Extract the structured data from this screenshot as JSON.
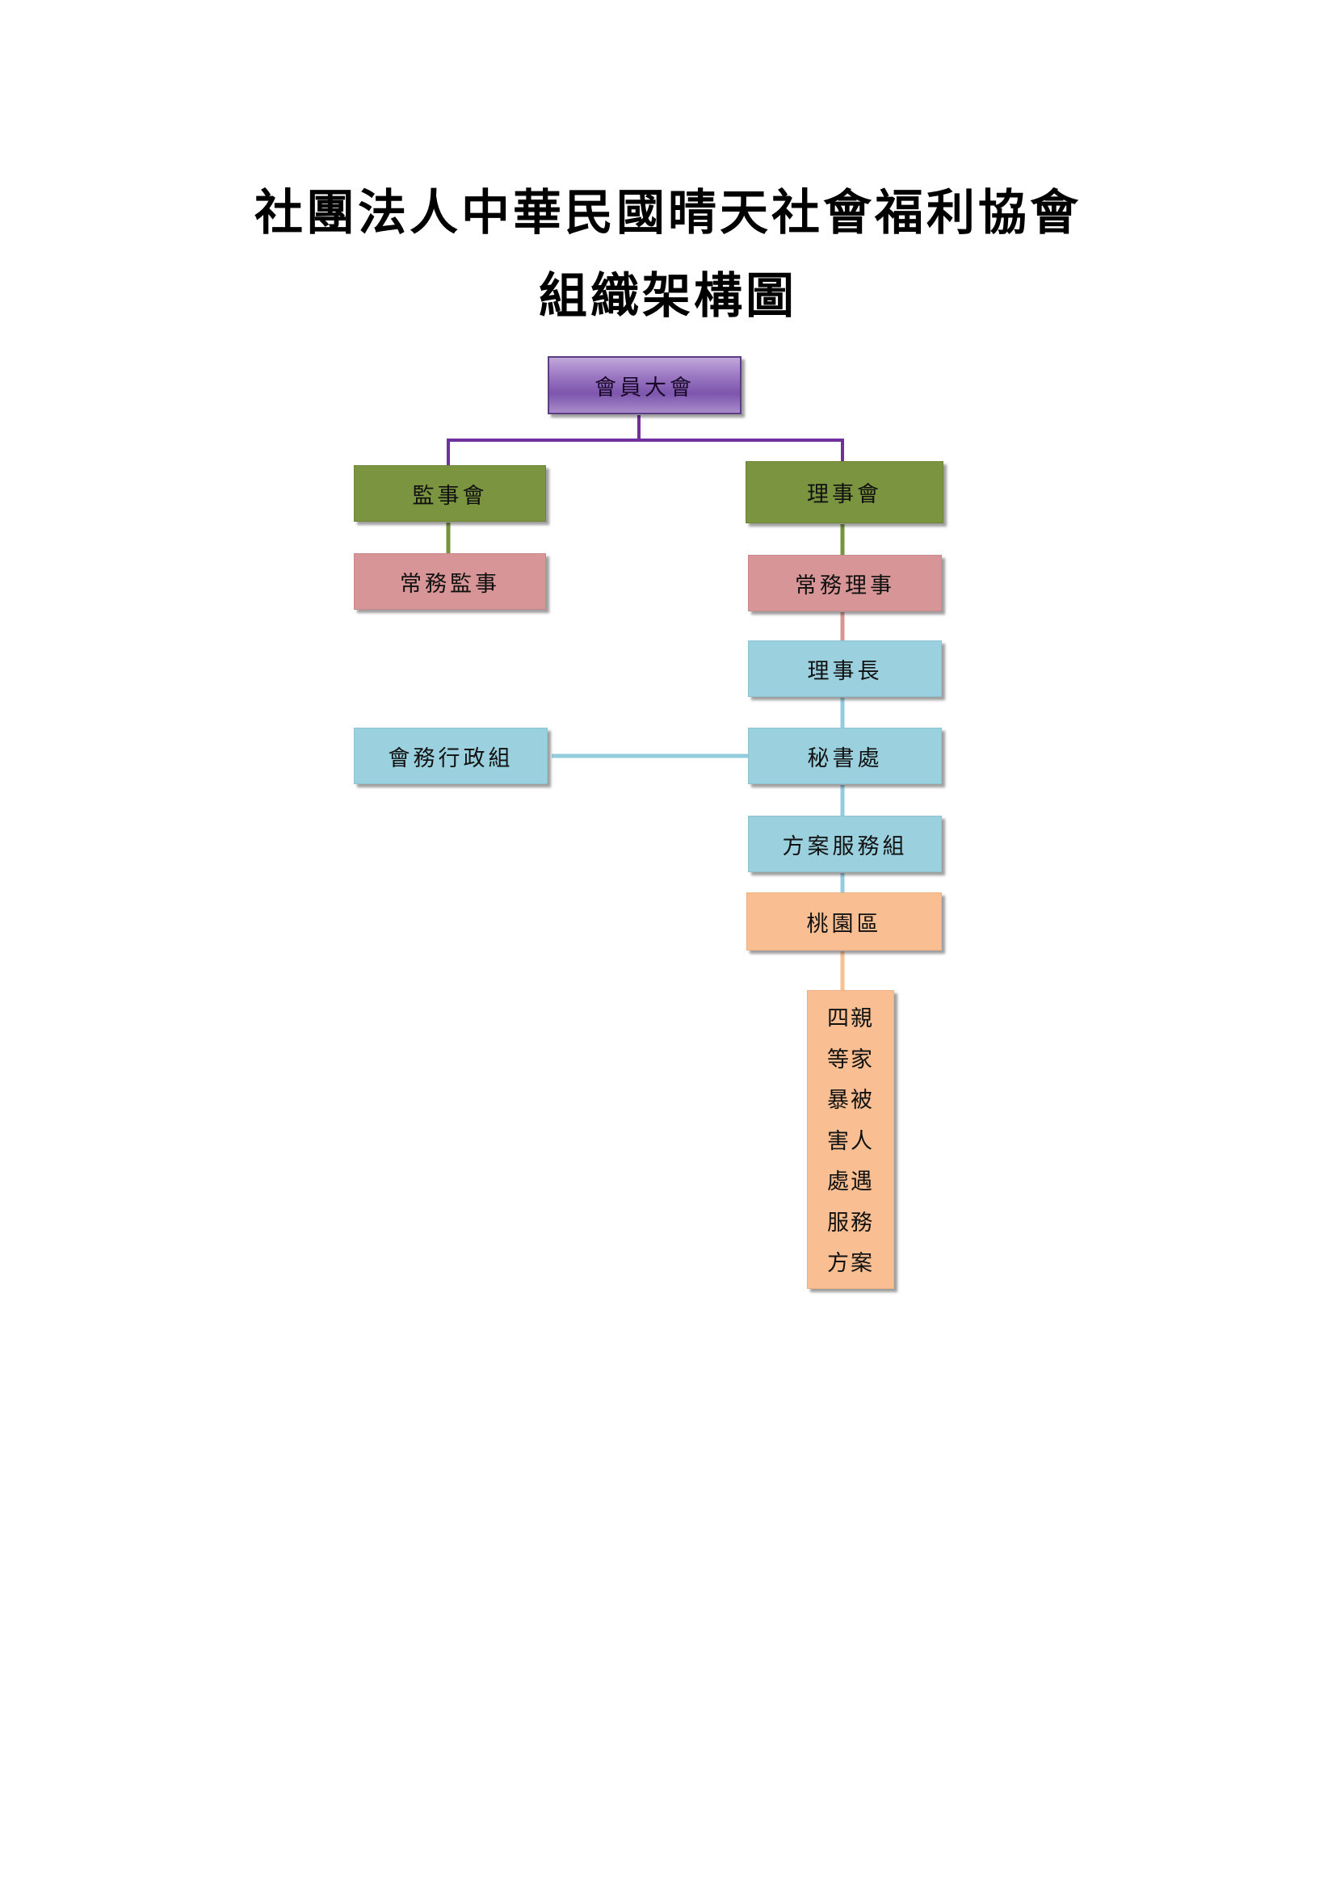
{
  "title": {
    "line1": "社團法人中華民國晴天社會福利協會",
    "line2": "組織架構圖"
  },
  "nodes": {
    "general_assembly": "會員大會",
    "supervisors_board": "監事會",
    "directors_board": "理事會",
    "standing_supervisor": "常務監事",
    "standing_director": "常務理事",
    "chairman": "理事長",
    "secretariat": "秘書處",
    "admin_group": "會務行政組",
    "program_service_group": "方案服務組",
    "taoyuan_district": "桃園區",
    "program_lines": [
      "四親",
      "等家",
      "暴被",
      "害人",
      "處遇",
      "服務",
      "方案"
    ]
  },
  "colors": {
    "purple": "#7d55ad",
    "green": "#7b9440",
    "pink": "#d79597",
    "blue": "#9bd0df",
    "orange": "#f9bf92",
    "line_purple": "#7030a0",
    "line_green": "#77933c",
    "line_pink": "#d99594",
    "line_blue": "#93cddd",
    "line_orange": "#fac090"
  }
}
